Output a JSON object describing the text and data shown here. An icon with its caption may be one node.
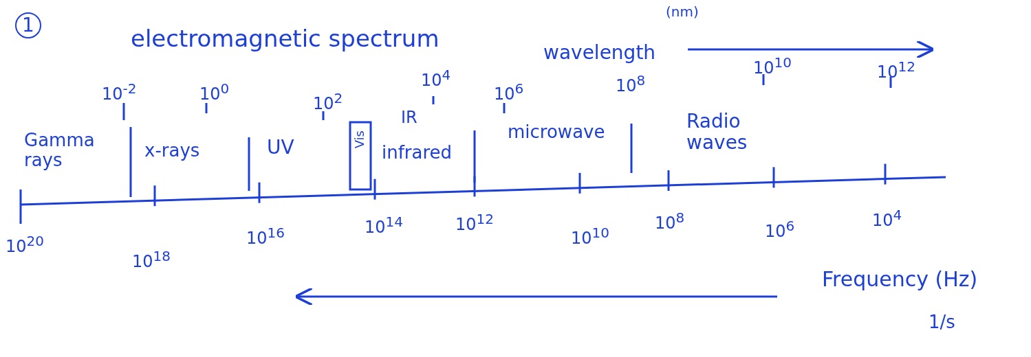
{
  "diagram": {
    "title": "electromagnetic spectrum",
    "labels": [
      "1",
      "(nm)",
      "wavelength",
      "10$^{-2}$",
      "10$^{0}$",
      "10$^{2}$",
      "10$^{4}$",
      "10$^{6}$",
      "10$^{8}$",
      "10$^{10}$",
      "10$^{12}$",
      "Gamma rays",
      "x-rays",
      "UV",
      "Vis",
      "IR",
      "infrared",
      "microwave",
      "Radio waves",
      "10$^{20}$",
      "10$^{18}$",
      "10$^{16}$",
      "10$^{14}$",
      "10$^{12}$",
      "10$^{10}$",
      "10$^{8}$",
      "10$^{6}$",
      "10$^{4}$",
      "Frequency (Hz)",
      "1/s"
    ]
  }
}
